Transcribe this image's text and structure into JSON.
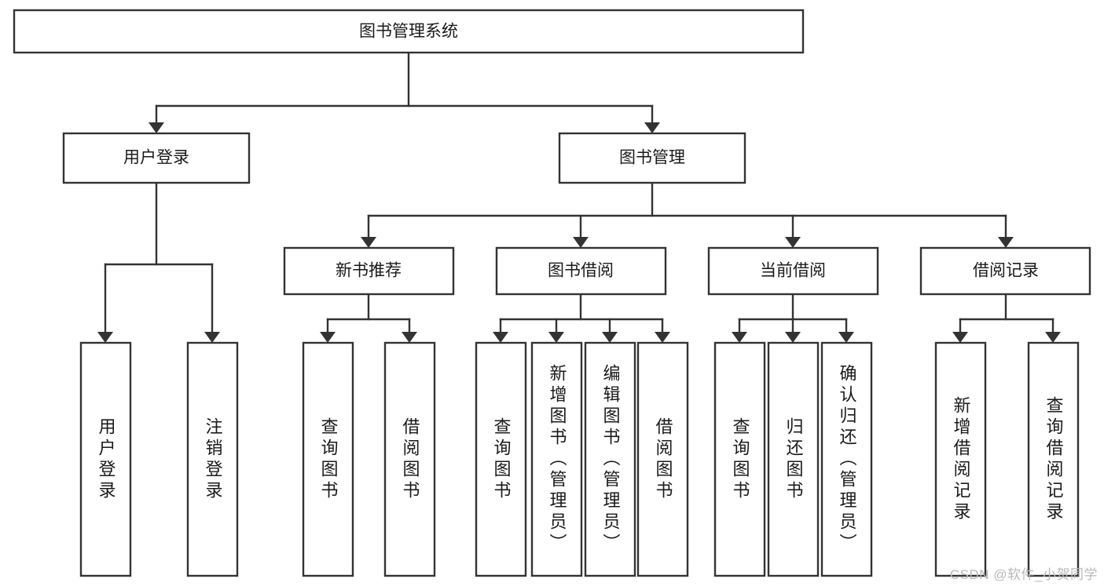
{
  "diagram": {
    "title": "图书管理系统",
    "watermark": "CSDN @软件_小贺同学",
    "orientation": "top-down-tree",
    "colors": {
      "box_stroke": "#333333",
      "box_fill": "#ffffff",
      "text": "#1a1a1a",
      "watermark": "#b9b9b9",
      "background": "#ffffff"
    },
    "levels": {
      "root": {
        "label": "图书管理系统"
      },
      "level2": [
        {
          "label": "用户登录"
        },
        {
          "label": "图书管理"
        }
      ],
      "level3": [
        {
          "label": "新书推荐"
        },
        {
          "label": "图书借阅"
        },
        {
          "label": "当前借阅"
        },
        {
          "label": "借阅记录"
        }
      ],
      "leaves": {
        "user_login": [
          {
            "label": "用户登录"
          },
          {
            "label": "注销登录"
          }
        ],
        "new_book_recommend": [
          {
            "label": "查询图书"
          },
          {
            "label": "借阅图书"
          }
        ],
        "book_borrow": [
          {
            "label": "查询图书"
          },
          {
            "label": "新增图书（管理员）"
          },
          {
            "label": "编辑图书（管理员）"
          },
          {
            "label": "借阅图书"
          }
        ],
        "current_borrow": [
          {
            "label": "查询图书"
          },
          {
            "label": "归还图书"
          },
          {
            "label": "确认归还（管理员）"
          }
        ],
        "borrow_record": [
          {
            "label": "新增借阅记录"
          },
          {
            "label": "查询借阅记录"
          }
        ]
      }
    }
  }
}
